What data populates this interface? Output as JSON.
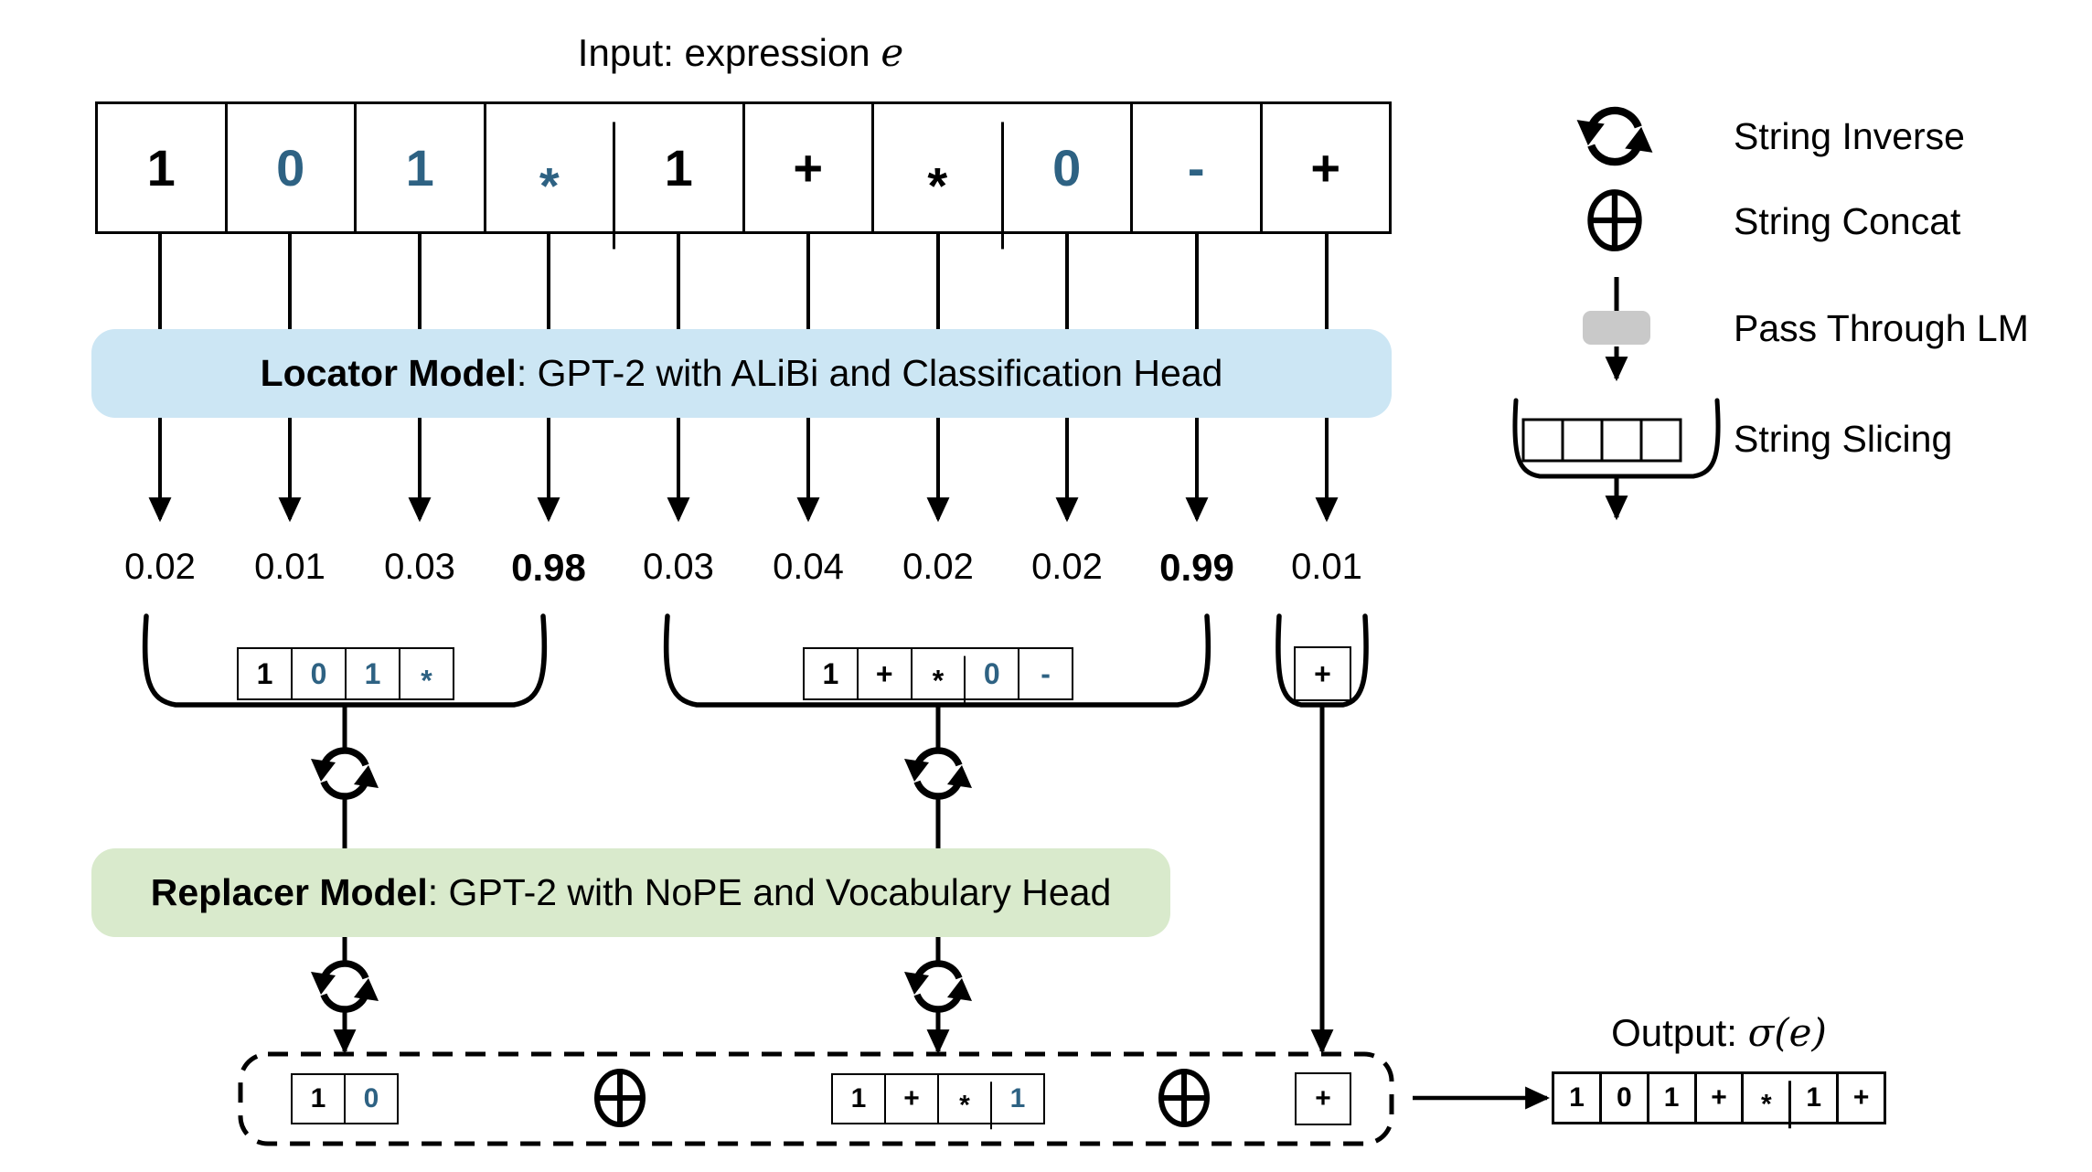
{
  "title": {
    "prefix": "Input: expression ",
    "math": "e"
  },
  "input_tokens": [
    {
      "t": "1",
      "color": "#000000"
    },
    {
      "t": "0",
      "color": "#2e6283"
    },
    {
      "t": "1",
      "color": "#2e6283"
    },
    {
      "t": "*",
      "color": "#2e6283"
    },
    {
      "t": "1",
      "color": "#000000"
    },
    {
      "t": "+",
      "color": "#000000"
    },
    {
      "t": "*",
      "color": "#000000"
    },
    {
      "t": "0",
      "color": "#2e6283"
    },
    {
      "t": "-",
      "color": "#2e6283"
    },
    {
      "t": "+",
      "color": "#000000"
    }
  ],
  "locator_model": {
    "name": "Locator Model",
    "desc": ": GPT-2 with ALiBi and Classification Head"
  },
  "probabilities": [
    {
      "v": "0.02",
      "highlight": false
    },
    {
      "v": "0.01",
      "highlight": false
    },
    {
      "v": "0.03",
      "highlight": false
    },
    {
      "v": "0.98",
      "highlight": true
    },
    {
      "v": "0.03",
      "highlight": false
    },
    {
      "v": "0.04",
      "highlight": false
    },
    {
      "v": "0.02",
      "highlight": false
    },
    {
      "v": "0.02",
      "highlight": false
    },
    {
      "v": "0.99",
      "highlight": true
    },
    {
      "v": "0.01",
      "highlight": false
    }
  ],
  "slices": [
    {
      "tokens": [
        {
          "t": "1",
          "color": "#000000"
        },
        {
          "t": "0",
          "color": "#2e6283"
        },
        {
          "t": "1",
          "color": "#2e6283"
        },
        {
          "t": "*",
          "color": "#2e6283"
        }
      ]
    },
    {
      "tokens": [
        {
          "t": "1",
          "color": "#000000"
        },
        {
          "t": "+",
          "color": "#000000"
        },
        {
          "t": "*",
          "color": "#000000"
        },
        {
          "t": "0",
          "color": "#2e6283"
        },
        {
          "t": "-",
          "color": "#2e6283"
        }
      ]
    },
    {
      "tokens": [
        {
          "t": "+",
          "color": "#000000"
        }
      ]
    }
  ],
  "replacer_model": {
    "name": "Replacer Model",
    "desc": ": GPT-2 with NoPE and Vocabulary Head"
  },
  "result_groups": [
    {
      "tokens": [
        {
          "t": "1",
          "color": "#000000"
        },
        {
          "t": "0",
          "color": "#2e6283"
        }
      ]
    },
    {
      "tokens": [
        {
          "t": "1",
          "color": "#000000"
        },
        {
          "t": "+",
          "color": "#000000"
        },
        {
          "t": "*",
          "color": "#000000"
        },
        {
          "t": "1",
          "color": "#2e6283"
        }
      ]
    },
    {
      "tokens": [
        {
          "t": "+",
          "color": "#000000"
        }
      ]
    }
  ],
  "output_label": {
    "prefix": "Output: ",
    "math": "σ(e)"
  },
  "output_tokens": [
    "1",
    "0",
    "1",
    "+",
    "*",
    "1",
    "+"
  ],
  "legend": {
    "items": [
      {
        "icon": "string-inverse-icon",
        "label": "String Inverse"
      },
      {
        "icon": "string-concat-icon",
        "label": "String Concat"
      },
      {
        "icon": "pass-through-lm-icon",
        "label": "Pass Through LM"
      },
      {
        "icon": "string-slicing-icon",
        "label": "String Slicing"
      }
    ]
  },
  "colors": {
    "locator_fill": "#cce6f4",
    "replacer_fill": "#d9eacc",
    "token_blue": "#2e6283",
    "pass_through_fill": "#c9c9c9",
    "ink": "#000000"
  }
}
